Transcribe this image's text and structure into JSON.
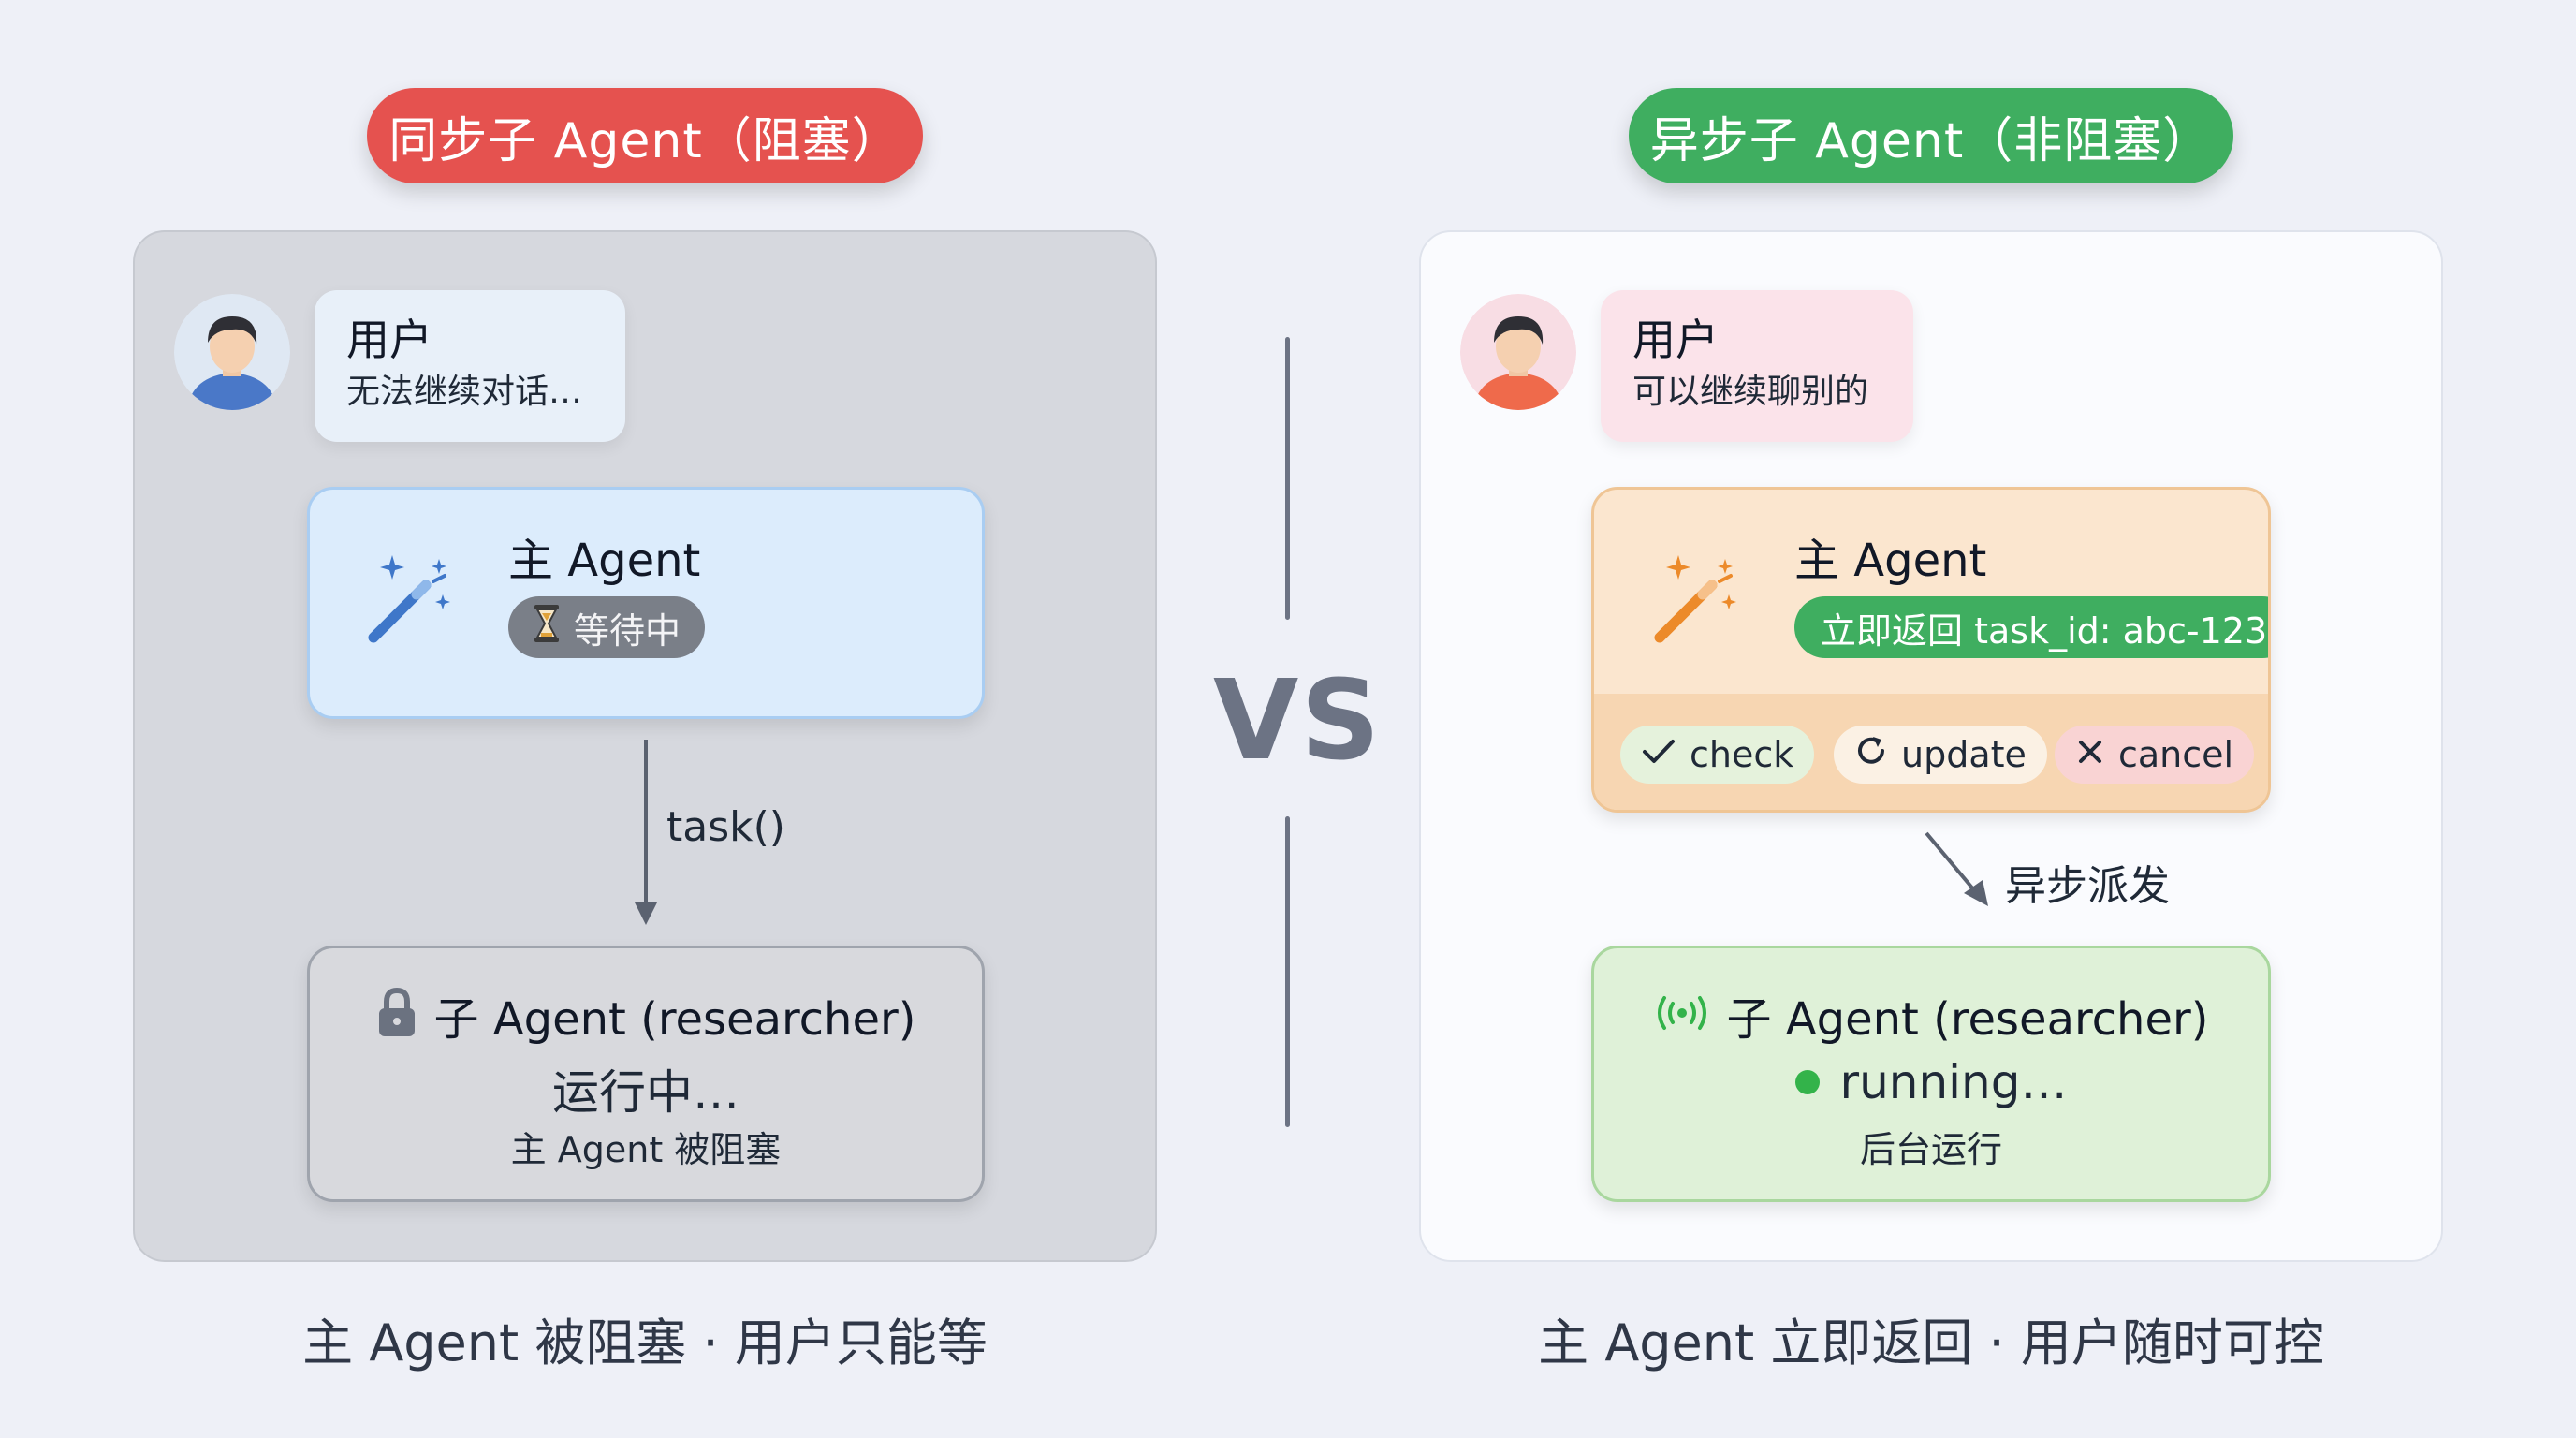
{
  "left": {
    "title": "同步子 Agent（阻塞）",
    "user": {
      "name": "用户",
      "message": "无法继续对话…",
      "avatar_icon": "user-avatar-blue-shirt"
    },
    "main_agent": {
      "title": "主 Agent",
      "status": "等待中",
      "icon": "magic-wand-icon",
      "status_icon": "hourglass-icon"
    },
    "arrow_label": "task()",
    "sub_agent": {
      "title": "子 Agent (researcher)",
      "status": "运行中…",
      "note": "主 Agent 被阻塞",
      "icon": "lock-icon"
    },
    "caption": "主 Agent 被阻塞 · 用户只能等"
  },
  "vs_label": "VS",
  "right": {
    "title": "异步子 Agent（非阻塞）",
    "user": {
      "name": "用户",
      "message": "可以继续聊别的",
      "avatar_icon": "user-avatar-orange-shirt"
    },
    "main_agent": {
      "title": "主 Agent",
      "return_text": "立即返回 task_id: abc-123",
      "icon": "magic-wand-icon",
      "actions": [
        {
          "label": "check",
          "icon": "checkmark-icon"
        },
        {
          "label": "update",
          "icon": "refresh-icon"
        },
        {
          "label": "cancel",
          "icon": "close-icon"
        }
      ]
    },
    "arrow_label": "异步派发",
    "sub_agent": {
      "title": "子 Agent (researcher)",
      "status": "running…",
      "note": "后台运行",
      "icon": "broadcast-icon",
      "status_dot_color": "#33b34a"
    },
    "caption": "主 Agent 立即返回 · 用户随时可控"
  },
  "colors": {
    "left_title": "#e5524f",
    "right_title": "#3fae60",
    "left_panel": "#d6d8de",
    "right_panel": "#fafbfe"
  }
}
